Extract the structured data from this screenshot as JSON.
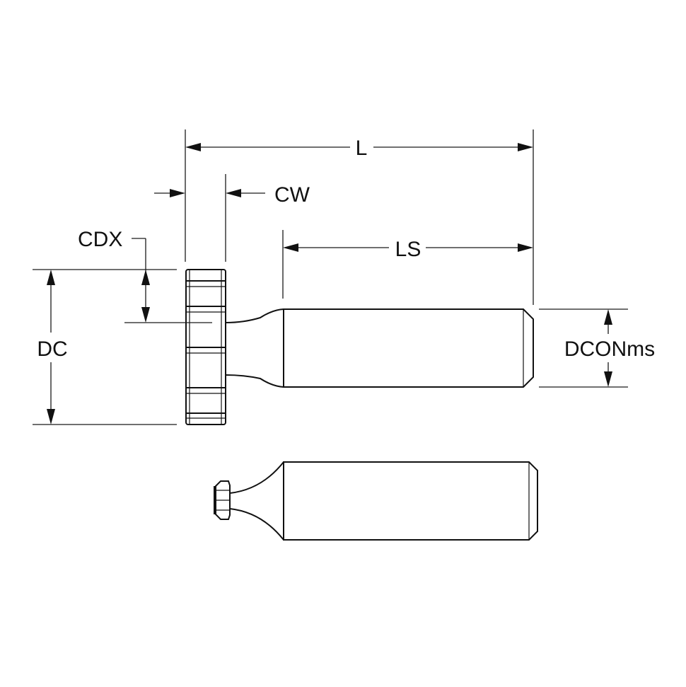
{
  "drawing": {
    "subject": "t-slot-cutter",
    "line_color": "#111111",
    "leader_tint": "#cfe3f5",
    "labels": {
      "L": "L",
      "CW": "CW",
      "CDX": "CDX",
      "LS": "LS",
      "DC": "DC",
      "DCONms": "DCONms"
    }
  }
}
